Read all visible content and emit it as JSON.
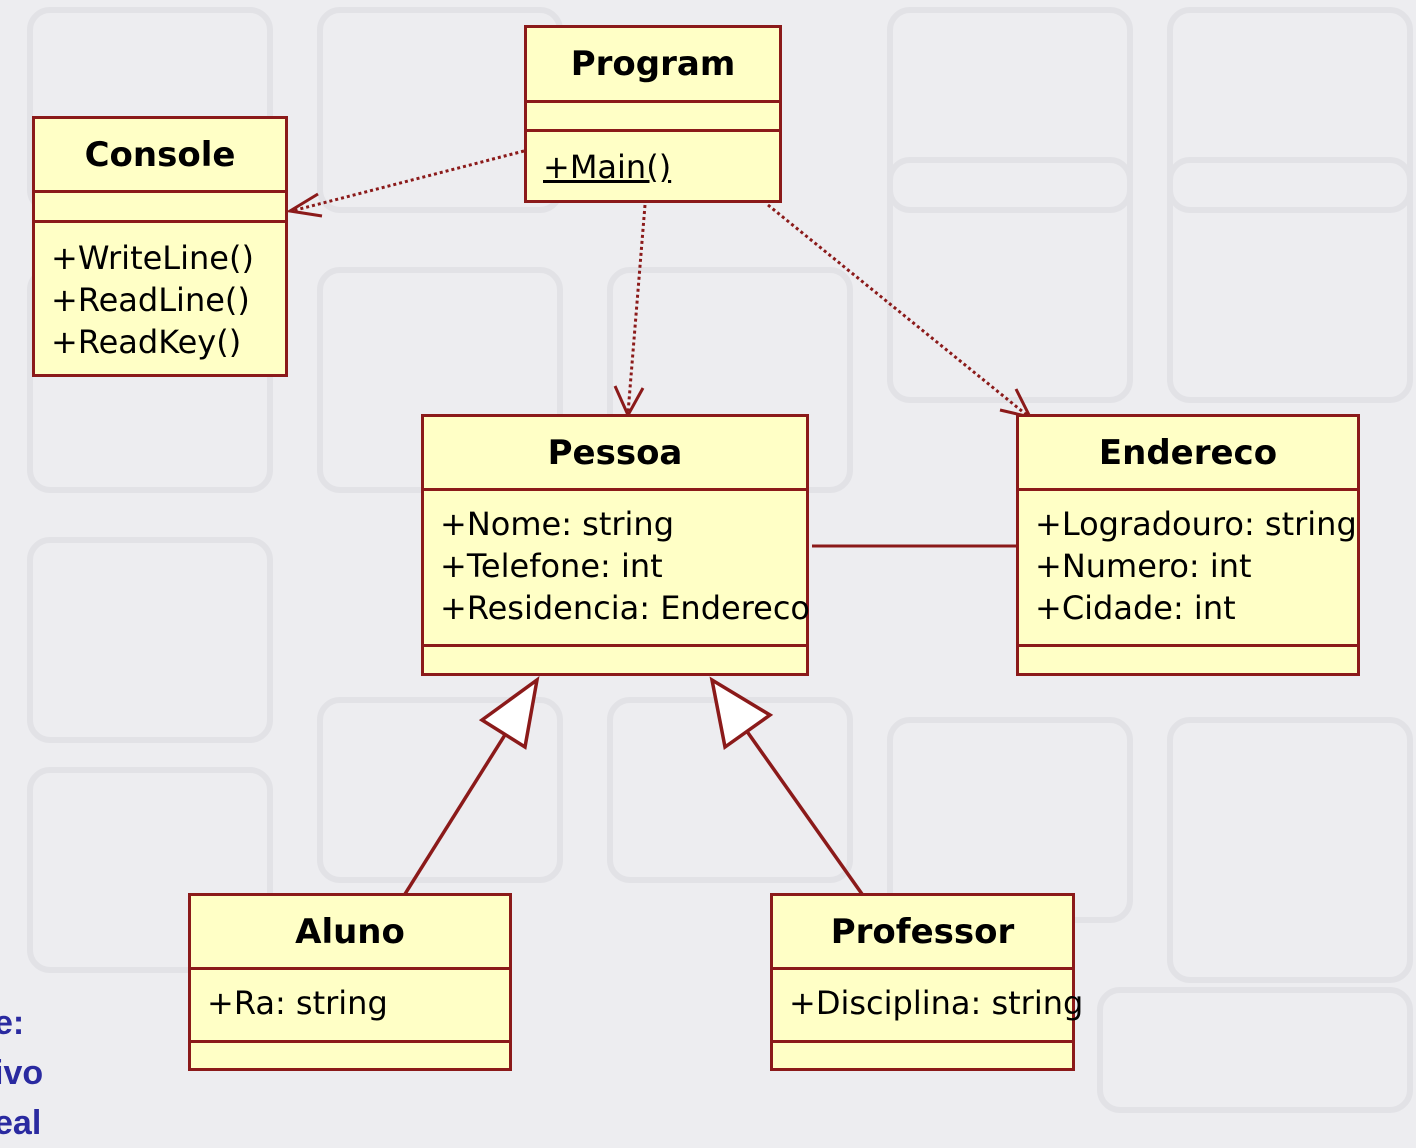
{
  "colors": {
    "class_fill": "#ffffc6",
    "class_border": "#8b1a1a",
    "background": "#ededf0",
    "side_text": "#2a2aa0"
  },
  "classes": {
    "program": {
      "name": "Program",
      "attributes": [],
      "operations": [
        "+Main()"
      ]
    },
    "console": {
      "name": "Console",
      "attributes": [],
      "operations": [
        "+WriteLine()",
        "+ReadLine()",
        "+ReadKey()"
      ]
    },
    "pessoa": {
      "name": "Pessoa",
      "attributes": [
        "+Nome: string",
        "+Telefone: int",
        "+Residencia: Endereco"
      ],
      "operations": []
    },
    "endereco": {
      "name": "Endereco",
      "attributes": [
        "+Logradouro: string",
        "+Numero: int",
        "+Cidade: int"
      ],
      "operations": []
    },
    "aluno": {
      "name": "Aluno",
      "attributes": [
        "+Ra: string"
      ],
      "operations": []
    },
    "professor": {
      "name": "Professor",
      "attributes": [
        "+Disciplina: string"
      ],
      "operations": []
    }
  },
  "relationships": [
    {
      "type": "dependency",
      "from": "Program",
      "to": "Console"
    },
    {
      "type": "dependency",
      "from": "Program",
      "to": "Pessoa"
    },
    {
      "type": "dependency",
      "from": "Program",
      "to": "Endereco"
    },
    {
      "type": "association",
      "from": "Pessoa",
      "to": "Endereco"
    },
    {
      "type": "generalization",
      "from": "Aluno",
      "to": "Pessoa"
    },
    {
      "type": "generalization",
      "from": "Professor",
      "to": "Pessoa"
    }
  ],
  "side_text": [
    "e:",
    "ivo",
    "eal"
  ]
}
